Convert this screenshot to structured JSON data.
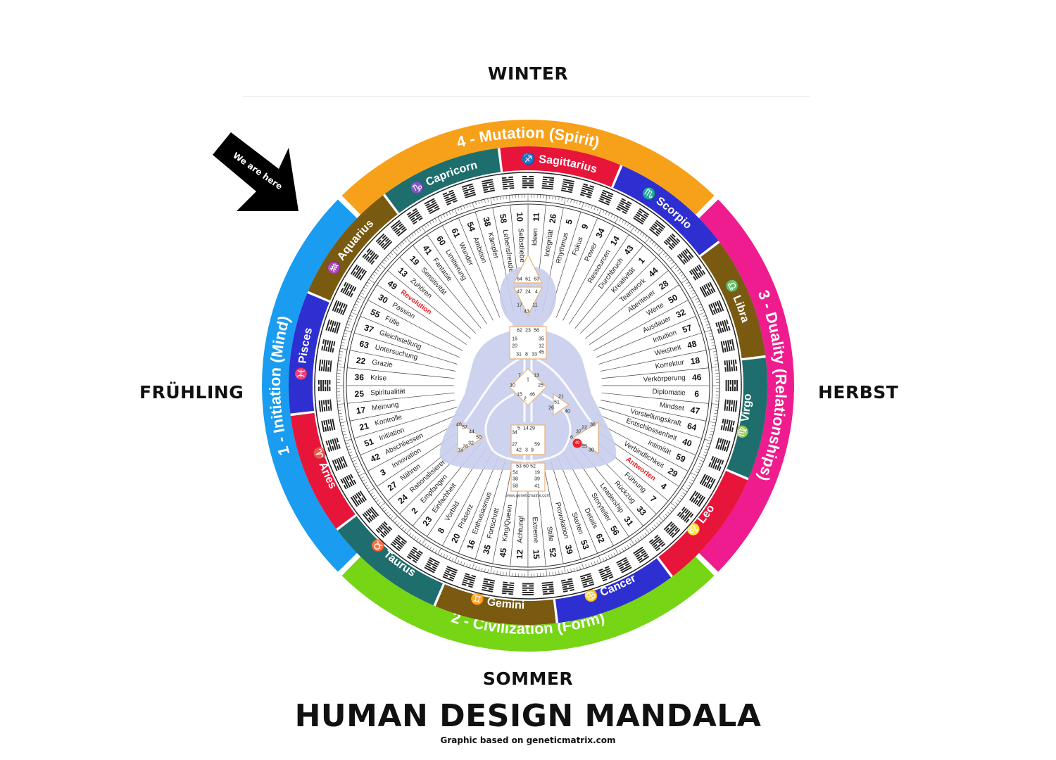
{
  "seasons": {
    "top": "WINTER",
    "bottom": "SOMMER",
    "left": "FRÜHLING",
    "right": "HERBST"
  },
  "title": "HUMAN DESIGN MANDALA",
  "credit": "Graphic based on geneticmatrix.com",
  "pointer": {
    "label": "We are here",
    "icon": "arrow-icon"
  },
  "bodygraph_watermark": "www.geneticmatrix.com",
  "quarters": [
    {
      "label": "4 - Mutation (Spirit)",
      "color": "#F7A11A"
    },
    {
      "label": "3 - Duality (Relationships)",
      "color": "#EE1C8E"
    },
    {
      "label": "2 - Civilization (Form)",
      "color": "#76D615"
    },
    {
      "label": "1 - Initiation (Mind)",
      "color": "#1A9CF0"
    }
  ],
  "zodiac": [
    {
      "label": "Capricorn",
      "glyph": "♑",
      "color": "#1F6E6E"
    },
    {
      "label": "Sagittarius",
      "glyph": "♐",
      "color": "#E8153A"
    },
    {
      "label": "Scorpio",
      "glyph": "♏",
      "color": "#2E2FD0"
    },
    {
      "label": "Libra",
      "glyph": "♎",
      "color": "#7A5A10"
    },
    {
      "label": "Virgo",
      "glyph": "♍",
      "color": "#1F6E6E"
    },
    {
      "label": "Leo",
      "glyph": "♌",
      "color": "#E8153A"
    },
    {
      "label": "Cancer",
      "glyph": "♋",
      "color": "#2E2FD0"
    },
    {
      "label": "Gemini",
      "glyph": "♊",
      "color": "#7A5A10"
    },
    {
      "label": "Taurus",
      "glyph": "♉",
      "color": "#1F6E6E"
    },
    {
      "label": "Aries",
      "glyph": "♈",
      "color": "#E8153A"
    },
    {
      "label": "Pisces",
      "glyph": "♓",
      "color": "#2E2FD0"
    },
    {
      "label": "Aquarius",
      "glyph": "♒",
      "color": "#7A5A10"
    }
  ],
  "gates": [
    {
      "num": "10",
      "key": "Selbstliebe"
    },
    {
      "num": "11",
      "key": "Ideen"
    },
    {
      "num": "26",
      "key": "Integrität"
    },
    {
      "num": "5",
      "key": "Rhythmus"
    },
    {
      "num": "9",
      "key": "Fokus"
    },
    {
      "num": "34",
      "key": "Power"
    },
    {
      "num": "14",
      "key": "Ressourcen"
    },
    {
      "num": "43",
      "key": "Durchbruch"
    },
    {
      "num": "1",
      "key": "Kreativität"
    },
    {
      "num": "44",
      "key": "Teamwork"
    },
    {
      "num": "28",
      "key": "Abenteuer"
    },
    {
      "num": "50",
      "key": "Werte"
    },
    {
      "num": "32",
      "key": "Ausdauer"
    },
    {
      "num": "57",
      "key": "Intuition"
    },
    {
      "num": "48",
      "key": "Weisheit"
    },
    {
      "num": "18",
      "key": "Korrektur"
    },
    {
      "num": "46",
      "key": "Verkörperung"
    },
    {
      "num": "6",
      "key": "Diplomatie"
    },
    {
      "num": "47",
      "key": "Mindset"
    },
    {
      "num": "64",
      "key": "Vorstellungskraft"
    },
    {
      "num": "40",
      "key": "Entschlossenheit"
    },
    {
      "num": "59",
      "key": "Intimität"
    },
    {
      "num": "29",
      "key": "Verbindlichkeit"
    },
    {
      "num": "4",
      "key": "Antworten",
      "highlight": true
    },
    {
      "num": "7",
      "key": "Führung"
    },
    {
      "num": "33",
      "key": "Rückzug"
    },
    {
      "num": "31",
      "key": "Leadership"
    },
    {
      "num": "56",
      "key": "Storyteller"
    },
    {
      "num": "62",
      "key": "Details"
    },
    {
      "num": "53",
      "key": "Starten"
    },
    {
      "num": "39",
      "key": "Provokation"
    },
    {
      "num": "52",
      "key": "Stille"
    },
    {
      "num": "15",
      "key": "Extreme"
    },
    {
      "num": "12",
      "key": "Achtung!"
    },
    {
      "num": "45",
      "key": "King/Queen"
    },
    {
      "num": "35",
      "key": "Fortschritt"
    },
    {
      "num": "16",
      "key": "Enthusiasmus"
    },
    {
      "num": "20",
      "key": "Präsenz"
    },
    {
      "num": "8",
      "key": "Vorbild"
    },
    {
      "num": "23",
      "key": "Einfachheit"
    },
    {
      "num": "2",
      "key": "Empfangen"
    },
    {
      "num": "24",
      "key": "Rationalisieren"
    },
    {
      "num": "27",
      "key": "Nähren"
    },
    {
      "num": "3",
      "key": "Innovation"
    },
    {
      "num": "42",
      "key": "Abschliessen"
    },
    {
      "num": "51",
      "key": "Initiation"
    },
    {
      "num": "21",
      "key": "Kontrolle"
    },
    {
      "num": "17",
      "key": "Meinung"
    },
    {
      "num": "25",
      "key": "Spiritualität"
    },
    {
      "num": "36",
      "key": "Krise"
    },
    {
      "num": "22",
      "key": "Grazie"
    },
    {
      "num": "63",
      "key": "Untersuchung"
    },
    {
      "num": "37",
      "key": "Gleichstellung"
    },
    {
      "num": "55",
      "key": "Fülle"
    },
    {
      "num": "30",
      "key": "Passion"
    },
    {
      "num": "49",
      "key": "Revolution",
      "highlight": true
    },
    {
      "num": "13",
      "key": "Zuhören"
    },
    {
      "num": "19",
      "key": "Sensitivität"
    },
    {
      "num": "41",
      "key": "Fantasie"
    },
    {
      "num": "60",
      "key": "Limitierung"
    },
    {
      "num": "61",
      "key": "Wunder"
    },
    {
      "num": "54",
      "key": "Ambition"
    },
    {
      "num": "38",
      "key": "Kämpfer"
    },
    {
      "num": "58",
      "key": "Lebensfreude"
    }
  ],
  "centers": [
    {
      "name": "head",
      "gates": [
        "64",
        "61",
        "63"
      ]
    },
    {
      "name": "ajna",
      "gates": [
        "47",
        "24",
        "4",
        "17",
        "11",
        "43"
      ]
    },
    {
      "name": "throat",
      "gates": [
        "62",
        "23",
        "56",
        "16",
        "35",
        "20",
        "12",
        "45",
        "31",
        "8",
        "33"
      ]
    },
    {
      "name": "g",
      "gates": [
        "7",
        "1",
        "13",
        "10",
        "25",
        "15",
        "2",
        "46"
      ]
    },
    {
      "name": "heart",
      "gates": [
        "21",
        "51",
        "26",
        "40"
      ]
    },
    {
      "name": "sacral",
      "gates": [
        "5",
        "14",
        "29",
        "34",
        "27",
        "42",
        "3",
        "9",
        "59"
      ]
    },
    {
      "name": "spleen",
      "gates": [
        "48",
        "57",
        "44",
        "50",
        "32",
        "28",
        "18"
      ]
    },
    {
      "name": "solar-plexus",
      "gates": [
        "36",
        "22",
        "37",
        "6",
        "49",
        "55",
        "30"
      ]
    },
    {
      "name": "root",
      "gates": [
        "53",
        "60",
        "52",
        "54",
        "19",
        "38",
        "39",
        "58",
        "41"
      ]
    }
  ],
  "highlight_color": "#E8202A"
}
